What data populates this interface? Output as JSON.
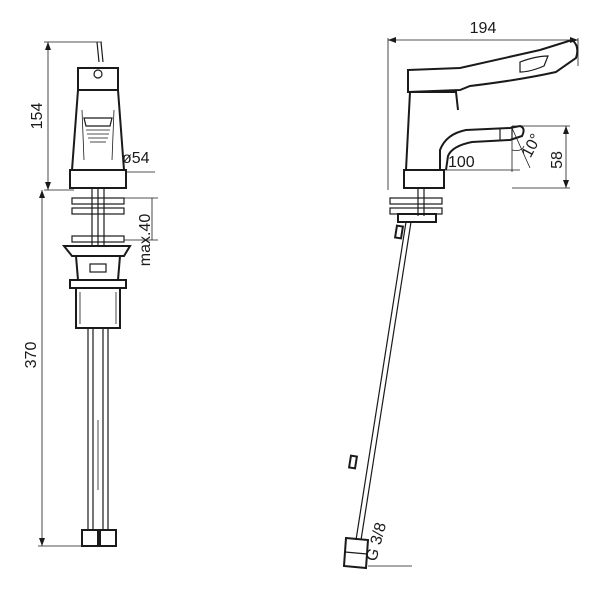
{
  "drawing": {
    "front_view": {
      "height_label": "154",
      "diameter_label": "ø54",
      "max_thickness_label": "max.40",
      "total_height_label": "370"
    },
    "side_view": {
      "width_label": "194",
      "spout_reach_label": "100",
      "spout_height_label": "58",
      "angle_label": "10°",
      "connection_label": "G 3/8"
    }
  }
}
